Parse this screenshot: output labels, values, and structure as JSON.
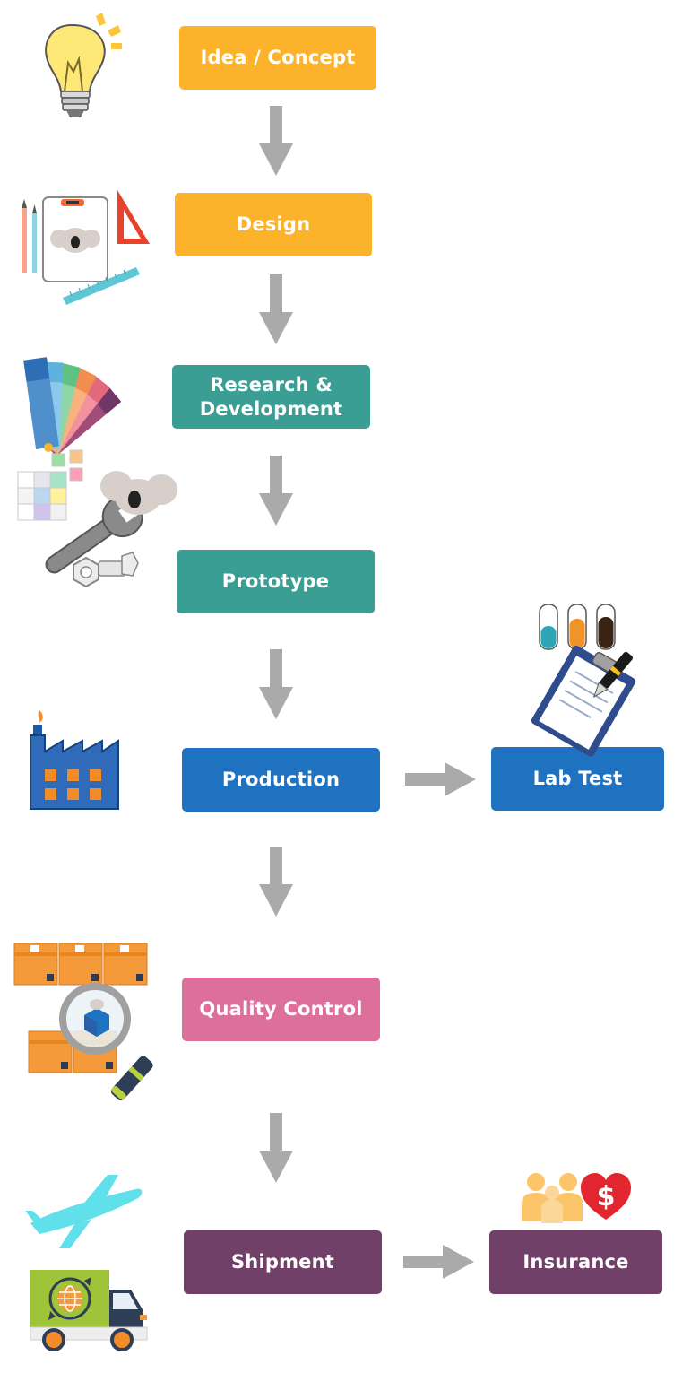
{
  "colors": {
    "orange": "#FDB22B",
    "teal": "#3A9E94",
    "blue": "#1E72BF",
    "pink": "#DD6F9B",
    "purple": "#704069",
    "arrow": "#AAAAAA"
  },
  "steps": {
    "idea": "Idea / Concept",
    "design": "Design",
    "research": "Research &\nDevelopment",
    "prototype": "Prototype",
    "production": "Production",
    "lab_test": "Lab Test",
    "quality_control": "Quality Control",
    "shipment": "Shipment",
    "insurance": "Insurance"
  },
  "icons": {
    "idea": "lightbulb-icon",
    "design": "drawing-tools-icon",
    "research": "color-swatch-tools-icon",
    "production": "factory-icon",
    "lab_test": "test-tubes-clipboard-icon",
    "quality_control": "boxes-magnifier-icon",
    "shipment": "plane-truck-icon",
    "insurance": "family-heart-dollar-icon"
  },
  "symbols": {
    "dollar": "$"
  }
}
